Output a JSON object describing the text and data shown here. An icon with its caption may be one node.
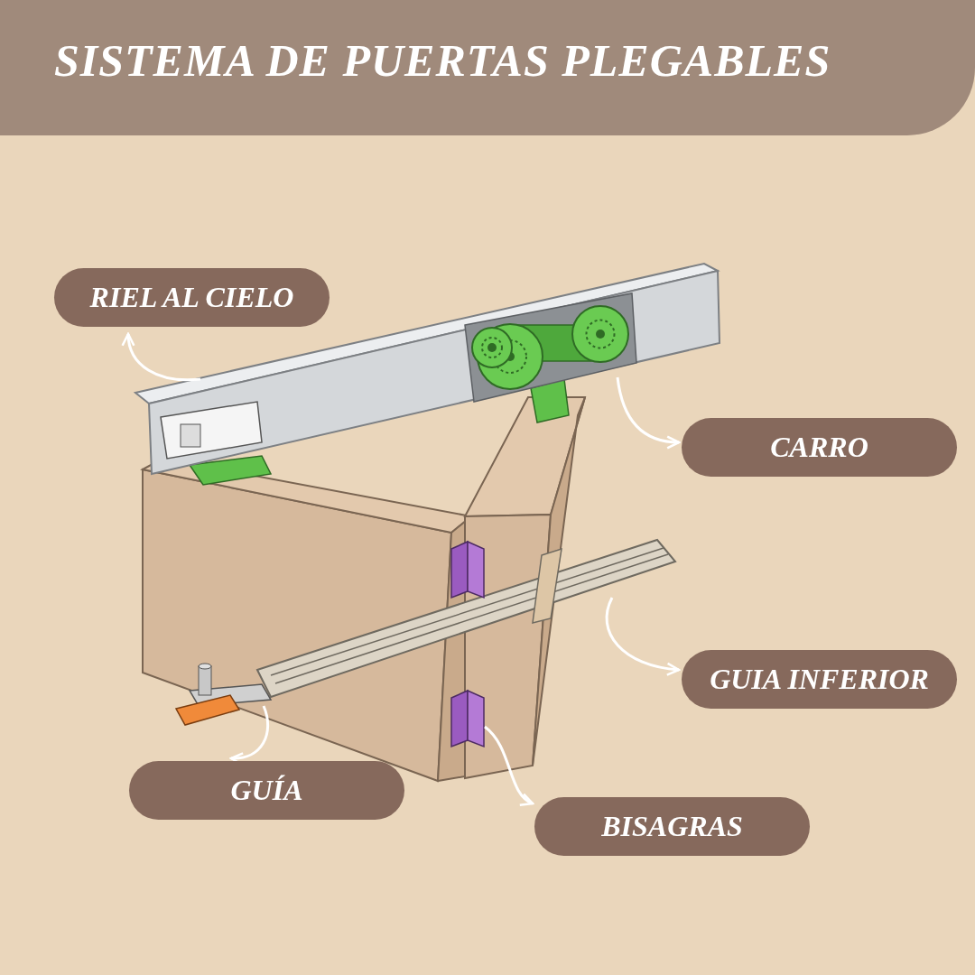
{
  "diagram": {
    "title": "SISTEMA DE PUERTAS PLEGABLES",
    "nodes": [
      {
        "text": [
          "RIEL AL CIELO"
        ]
      },
      {
        "text": [
          "CARRO"
        ]
      },
      {
        "text": [
          "GUIA INFERIOR"
        ]
      },
      {
        "text": [
          "GUÍA"
        ]
      },
      {
        "text": [
          "BISAGRAS"
        ]
      },
      {
        "text": [],
        "shape": "picture"
      },
      {
        "text": [],
        "shape": "picture",
        "in": 5
      },
      {
        "text": [],
        "shape": "picture"
      },
      {
        "text": [],
        "shape": "picture"
      },
      {
        "text": [],
        "shape": "picture"
      }
    ],
    "edges": [
      {
        "from": 5,
        "to": 0,
        "arrow": "to"
      },
      {
        "from": 6,
        "to": 1,
        "arrow": "to"
      },
      {
        "from": 7,
        "to": 2,
        "arrow": "to"
      },
      {
        "from": 8,
        "to": 3,
        "arrow": "to"
      },
      {
        "from": 9,
        "to": 4,
        "arrow": "to"
      }
    ]
  }
}
